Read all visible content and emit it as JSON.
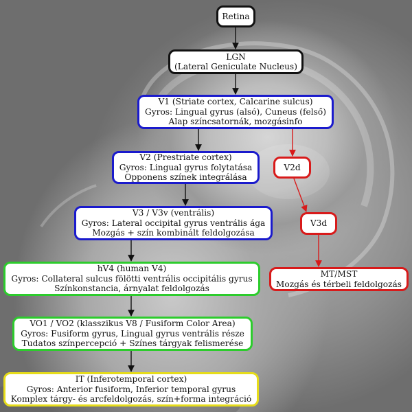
{
  "colors": {
    "black": "#111111",
    "blue": "#1a1acc",
    "red": "#d81a1a",
    "green": "#2ccc2c",
    "yellow": "#e6dc1a"
  },
  "nodes": {
    "retina": {
      "lines": [
        "Retina"
      ]
    },
    "lgn": {
      "lines": [
        "LGN",
        "(Lateral Geniculate Nucleus)"
      ]
    },
    "v1": {
      "lines": [
        "V1 (Striate cortex, Calcarine sulcus)",
        "Gyros: Lingual gyrus (alsó), Cuneus (felső)",
        "Alap színcsatornák, mozgásinfo"
      ]
    },
    "v2": {
      "lines": [
        "V2 (Prestriate cortex)",
        "Gyros: Lingual gyrus folytatása",
        "Opponens színek integrálása"
      ]
    },
    "v2d": {
      "lines": [
        "V2d"
      ]
    },
    "v3": {
      "lines": [
        "V3 / V3v (ventrális)",
        "Gyros: Lateral occipital gyrus ventrális ága",
        "Mozgás + szín kombinált feldolgozása"
      ]
    },
    "v3d": {
      "lines": [
        "V3d"
      ]
    },
    "hv4": {
      "lines": [
        "hV4 (human V4)",
        "Gyros: Collateral sulcus fölötti ventrális occipitális gyrus",
        "Színkonstancia, árnyalat feldolgozás"
      ]
    },
    "mt": {
      "lines": [
        "MT/MST",
        "Mozgás és térbeli feldolgozás"
      ]
    },
    "vo": {
      "lines": [
        "VO1 / VO2 (klasszikus V8 / Fusiform Color Area)",
        "Gyros: Fusiform gyrus, Lingual gyrus ventrális része",
        "Tudatos színpercepció + Színes tárgyak felismerése"
      ]
    },
    "it": {
      "lines": [
        "IT (Inferotemporal cortex)",
        "Gyros: Anterior fusiform, Inferior temporal gyrus",
        "Komplex tárgy- és arcfeldolgozás, szín+forma integráció"
      ]
    }
  },
  "edges": [
    {
      "from": "retina",
      "to": "lgn",
      "color": "black"
    },
    {
      "from": "lgn",
      "to": "v1",
      "color": "black"
    },
    {
      "from": "v1",
      "to": "v2",
      "color": "black"
    },
    {
      "from": "v1",
      "to": "v2d",
      "color": "red"
    },
    {
      "from": "v2",
      "to": "v3",
      "color": "black"
    },
    {
      "from": "v2d",
      "to": "v3d",
      "color": "red"
    },
    {
      "from": "v3",
      "to": "hv4",
      "color": "black"
    },
    {
      "from": "v3d",
      "to": "mt",
      "color": "red"
    },
    {
      "from": "hv4",
      "to": "vo",
      "color": "black"
    },
    {
      "from": "vo",
      "to": "it",
      "color": "black"
    }
  ]
}
